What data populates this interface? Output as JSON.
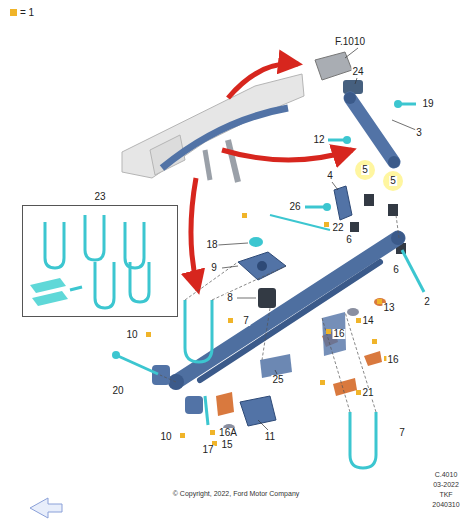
{
  "diagram": {
    "nodes": [
      {
        "text": [
          "23"
        ]
      }
    ],
    "labels": [
      "F.1010",
      "24",
      "19",
      "3",
      "12",
      "5",
      "5",
      "4",
      "26",
      "22",
      "6",
      "6",
      "2",
      "18",
      "9",
      "8",
      "7",
      "13",
      "14",
      "16",
      "16",
      "10",
      "20",
      "25",
      "21",
      "16A",
      "15",
      "11",
      "17",
      "10",
      "7",
      "C.4010",
      "03-2022",
      "TKF",
      "2040310",
      "© Copyright, 2022, Ford Motor Company"
    ],
    "legend": [
      {
        "text": "= 1",
        "color": "#f0b429"
      }
    ]
  }
}
